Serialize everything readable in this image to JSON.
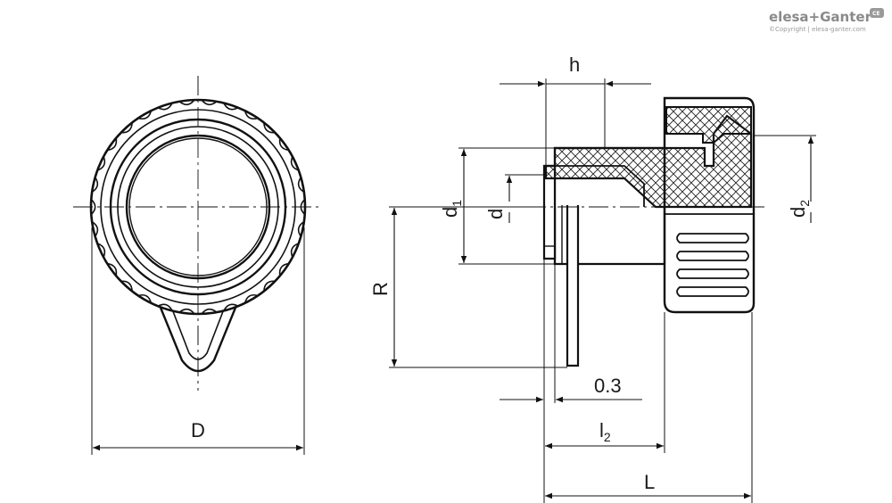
{
  "brand": {
    "logo_text": "elesa+Ganter",
    "copyright": "©Copyright | elesa-ganter.com",
    "mark": "CE"
  },
  "dimensions": {
    "D": "D",
    "h": "h",
    "d1_base": "d",
    "d1_sub": "1",
    "d": "d",
    "d2_base": "d",
    "d2_sub": "2",
    "R": "R",
    "gap": "0.3",
    "l2_base": "l",
    "l2_sub": "2",
    "L": "L"
  }
}
